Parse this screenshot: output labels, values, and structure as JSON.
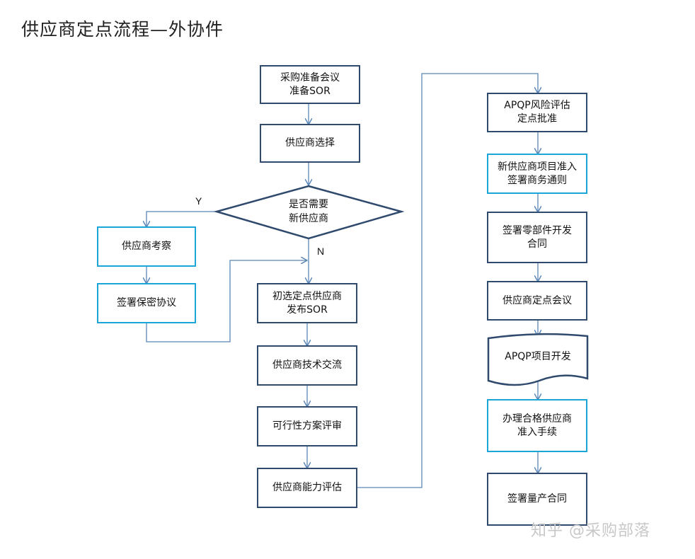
{
  "title": "供应商定点流程—外协件",
  "nodes": {
    "prep_meeting": "采购准备会议\n准备SOR",
    "supplier_select": "供应商选择",
    "decision": "是否需要\n新供应商",
    "supplier_audit": "供应商考察",
    "nda": "签署保密协议",
    "prelim_sor": "初选定点供应商\n发布SOR",
    "tech_exchange": "供应商技术交流",
    "feasibility": "可行性方案评审",
    "capability": "供应商能力评估",
    "apqp_risk": "APQP风险评估\n定点批准",
    "new_supplier_entry": "新供应商项目准入\n签署商务通则",
    "dev_contract": "签署零部件开发\n合同",
    "nomination_meeting": "供应商定点会议",
    "apqp_dev": "APQP项目开发",
    "qualification": "办理合格供应商\n准入手续",
    "mass_contract": "签署量产合同"
  },
  "labels": {
    "yes": "Y",
    "no": "N"
  },
  "watermark": "知乎 @采购部落",
  "colors": {
    "dark_border": "#2f4a6d",
    "cyan_border": "#1aa7d8",
    "connector": "#5b87b8"
  }
}
